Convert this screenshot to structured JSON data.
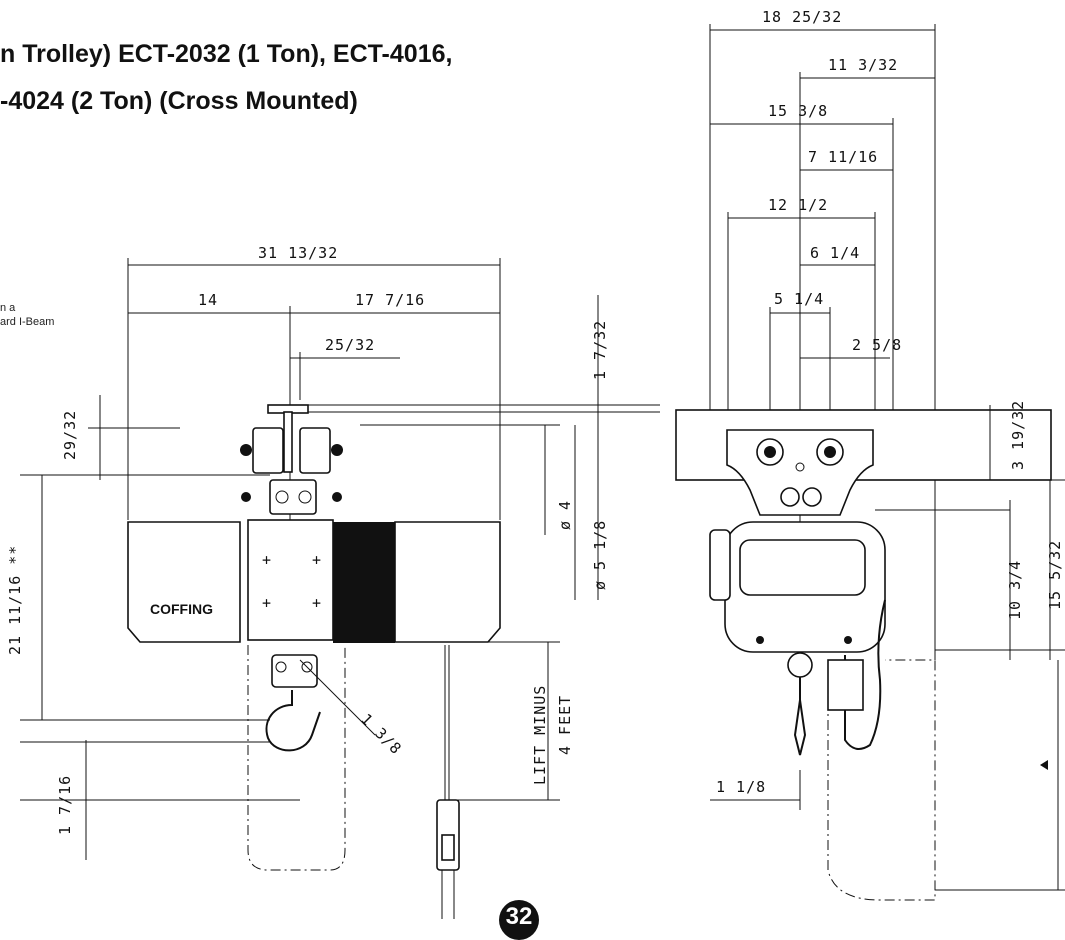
{
  "title": {
    "line1": "n Trolley) ECT-2032 (1 Ton), ECT-4016,",
    "line2": "-4024 (2 Ton) (Cross Mounted)"
  },
  "note": {
    "line1": "n a",
    "line2": "ard I-Beam"
  },
  "front_view": {
    "dim_total_width": "31 13/32",
    "dim_left": "14",
    "dim_right": "17 7/16",
    "dim_offset": "25/32",
    "dim_beam_top": "1 7/32",
    "dim_wheel": "29/32",
    "dim_diameter_small": "ø 4",
    "dim_diameter_large": "ø 5 1/8",
    "dim_headroom": "21 11/16 **",
    "dim_hook_turn": "1 3/8",
    "dim_lift_line1": "LIFT MINUS",
    "dim_lift_line2": "4 FEET",
    "dim_hook_bottom": "1 7/16",
    "brand_logo": "COFFING"
  },
  "side_view": {
    "dim_overall": "18 25/32",
    "dim_a": "11 3/32",
    "dim_b": "15 3/8",
    "dim_c": "7 11/16",
    "dim_d": "12 1/2",
    "dim_e": "6 1/4",
    "dim_f": "5 1/4",
    "dim_g": "2 5/8",
    "dim_beam_height": "3 19/32",
    "dim_body_height": "10 3/4",
    "dim_total_height": "15 5/32",
    "dim_hook_offset": "1 1/8"
  },
  "page_number": "32"
}
